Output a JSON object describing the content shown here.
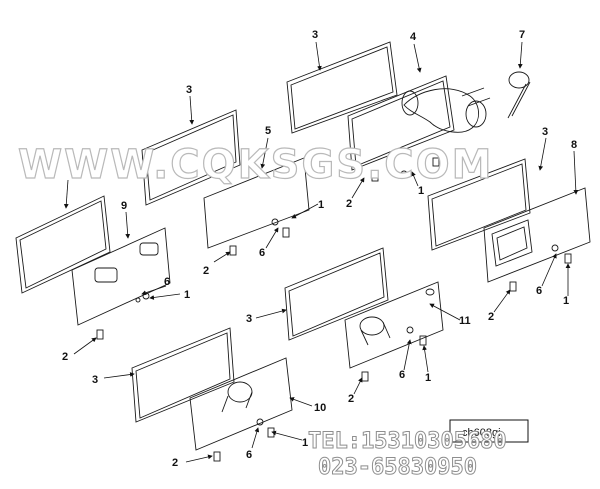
{
  "callouts": {
    "c1": "1",
    "c2": "2",
    "c3": "3",
    "c4": "4",
    "c5": "5",
    "c6": "6",
    "c7": "7",
    "c8": "8",
    "c9": "9",
    "c10": "10",
    "c11": "11"
  },
  "watermark": {
    "site": "WWW.CQKSGS.COM",
    "tel": "TEL:15310305680",
    "phone": "023-65830950"
  },
  "drawing_code": "ch608gi",
  "colors": {
    "line": "#1a1a1a",
    "watermark": "#b9b9b9"
  }
}
